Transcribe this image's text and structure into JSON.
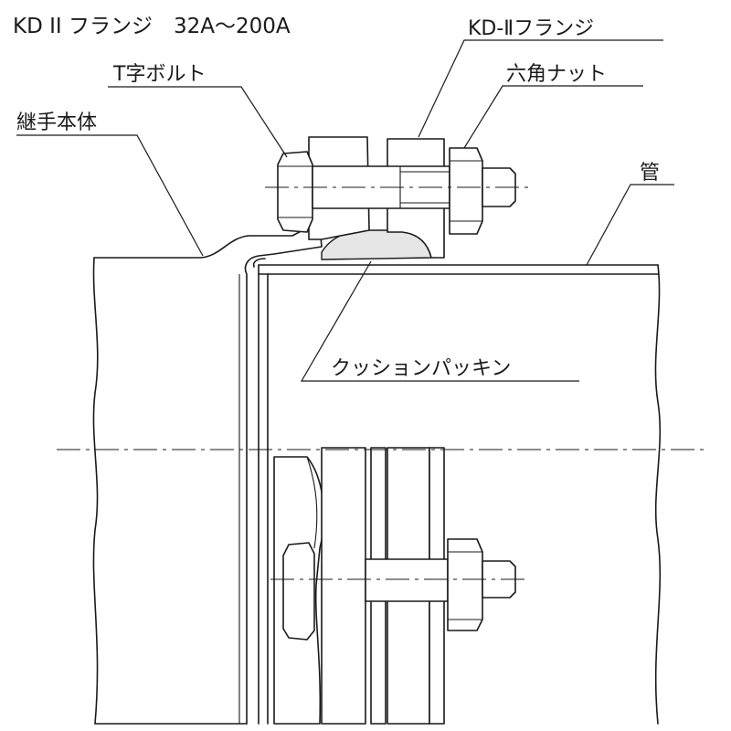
{
  "title": "KD II フランジ　32A～200A",
  "labels": {
    "flange": "KD-Ⅱフランジ",
    "t_bolt": "T字ボルト",
    "hex_nut": "六角ナット",
    "body": "継手本体",
    "pipe": "管",
    "cushion_packing": "クッションパッキン"
  }
}
